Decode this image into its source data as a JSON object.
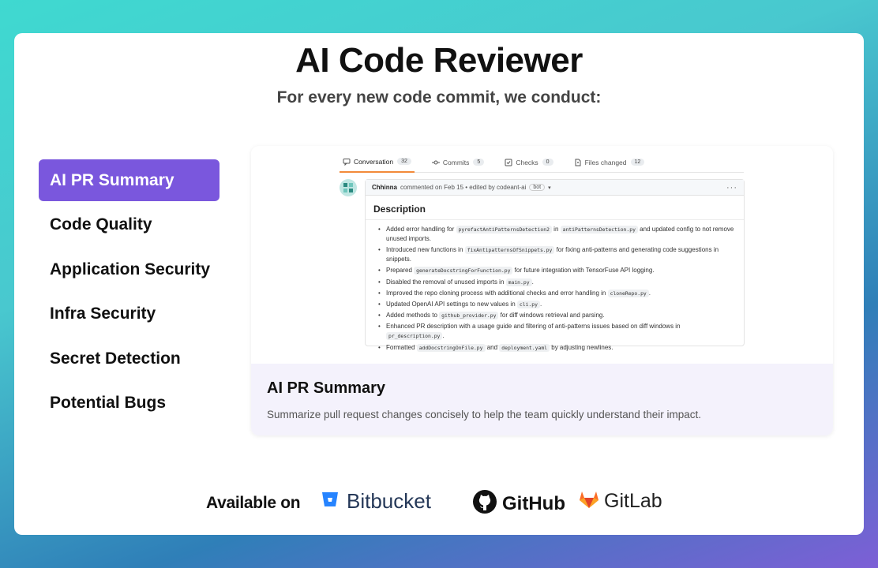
{
  "header": {
    "title": "AI Code Reviewer",
    "subtitle": "For every new code commit, we conduct:"
  },
  "sidebar": {
    "items": [
      {
        "label": "AI PR Summary",
        "active": true
      },
      {
        "label": "Code Quality"
      },
      {
        "label": "Application Security"
      },
      {
        "label": "Infra Security"
      },
      {
        "label": "Secret Detection"
      },
      {
        "label": "Potential Bugs"
      }
    ]
  },
  "pr": {
    "tabs": [
      {
        "label": "Conversation",
        "count": "32",
        "icon": "conversation-icon"
      },
      {
        "label": "Commits",
        "count": "5",
        "icon": "commit-icon"
      },
      {
        "label": "Checks",
        "count": "0",
        "icon": "checks-icon"
      },
      {
        "label": "Files changed",
        "count": "12",
        "icon": "file-icon"
      }
    ],
    "comment": {
      "author": "Chhinna",
      "meta": "commented on Feb 15 • edited by codeant-ai",
      "bot_tag": "bot",
      "heading": "Description",
      "bullets": [
        [
          "Added error handling for ",
          {
            "code": "pyrefactAntiPatternsDetection2"
          },
          " in ",
          {
            "code": "antiPatternsDetection.py"
          },
          " and updated config to not remove unused imports."
        ],
        [
          "Introduced new functions in ",
          {
            "code": "fixAntipatternsOfSnippets.py"
          },
          " for fixing anti-patterns and generating code suggestions in snippets."
        ],
        [
          "Prepared ",
          {
            "code": "generateDocstringForFunction.py"
          },
          " for future integration with TensorFuse API logging."
        ],
        [
          "Disabled the removal of unused imports in ",
          {
            "code": "main.py"
          },
          "."
        ],
        [
          "Improved the repo cloning process with additional checks and error handling in ",
          {
            "code": "cloneRepo.py"
          },
          "."
        ],
        [
          "Updated OpenAI API settings to new values in ",
          {
            "code": "cli.py"
          },
          "."
        ],
        [
          "Added methods to ",
          {
            "code": "github_provider.py"
          },
          " for diff windows retrieval and parsing."
        ],
        [
          "Enhanced PR description with a usage guide and filtering of anti-patterns issues based on diff windows in ",
          {
            "code": "pr_description.py"
          },
          "."
        ],
        [
          "Formatted ",
          {
            "code": "addDocstringOnFile.py"
          },
          " and ",
          {
            "code": "deployment.yaml"
          },
          " by adjusting newlines."
        ]
      ]
    }
  },
  "summary": {
    "title": "AI PR Summary",
    "text": "Summarize pull request changes concisely to help the team quickly understand their impact."
  },
  "footer": {
    "available_label": "Available on",
    "brands": [
      "Bitbucket",
      "GitHub",
      "GitLab"
    ]
  },
  "colors": {
    "accent": "#7a57dd",
    "summary_bg": "#f4f2fc",
    "bitbucket": "#2684ff",
    "gitlab": "#fc6d26"
  }
}
